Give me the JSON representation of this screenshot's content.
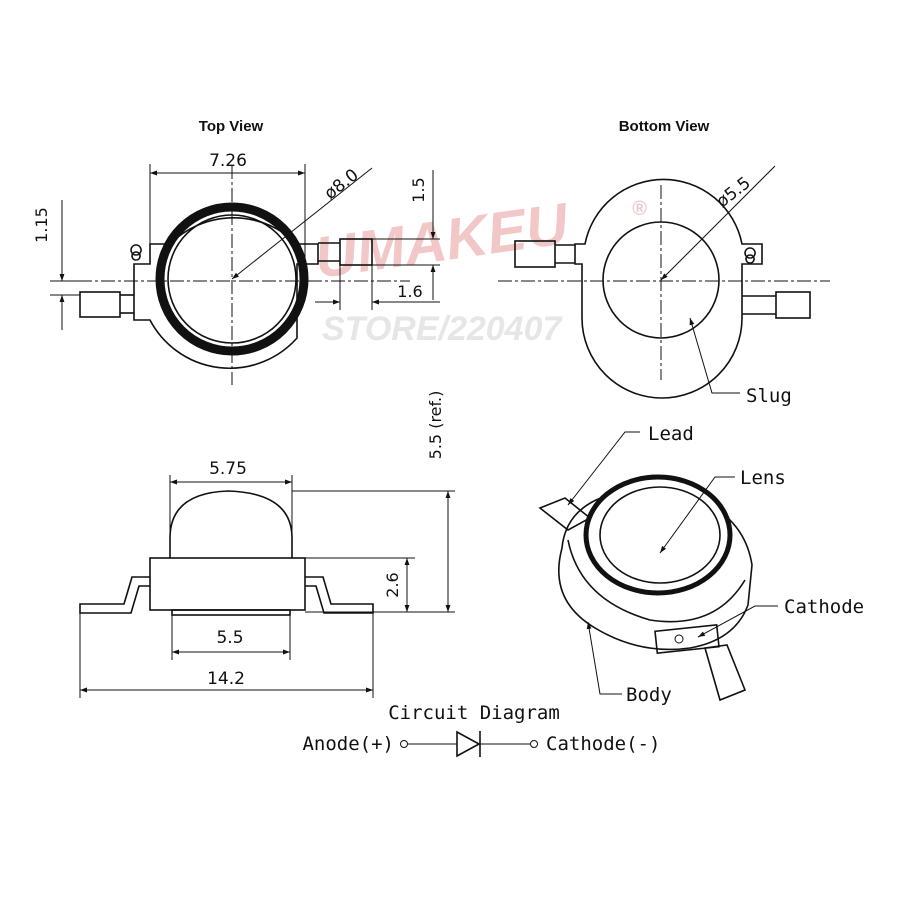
{
  "views": {
    "top_title": "Top View",
    "bottom_title": "Bottom View"
  },
  "dimensions": {
    "top_width": "7.26",
    "lens_dia": "ø8.0",
    "lead_offset": "1.15",
    "lead_height": "1.5",
    "lead_gap": "1.6",
    "slug_dia": "ø5.5",
    "lens_width": "5.75",
    "base_width": "5.5",
    "body_height": "2.6",
    "total_height": "5.5 (ref.)",
    "total_length": "14.2"
  },
  "labels": {
    "slug": "Slug",
    "lead": "Lead",
    "lens": "Lens",
    "cathode": "Cathode",
    "body": "Body"
  },
  "circuit": {
    "title": "Circuit Diagram",
    "anode": "Anode(+)",
    "cathode": "Cathode(-)"
  },
  "watermark": {
    "brand": "UMAKEU",
    "registered": "®",
    "store": "STORE/220407",
    "color": "#f2c7c7"
  }
}
